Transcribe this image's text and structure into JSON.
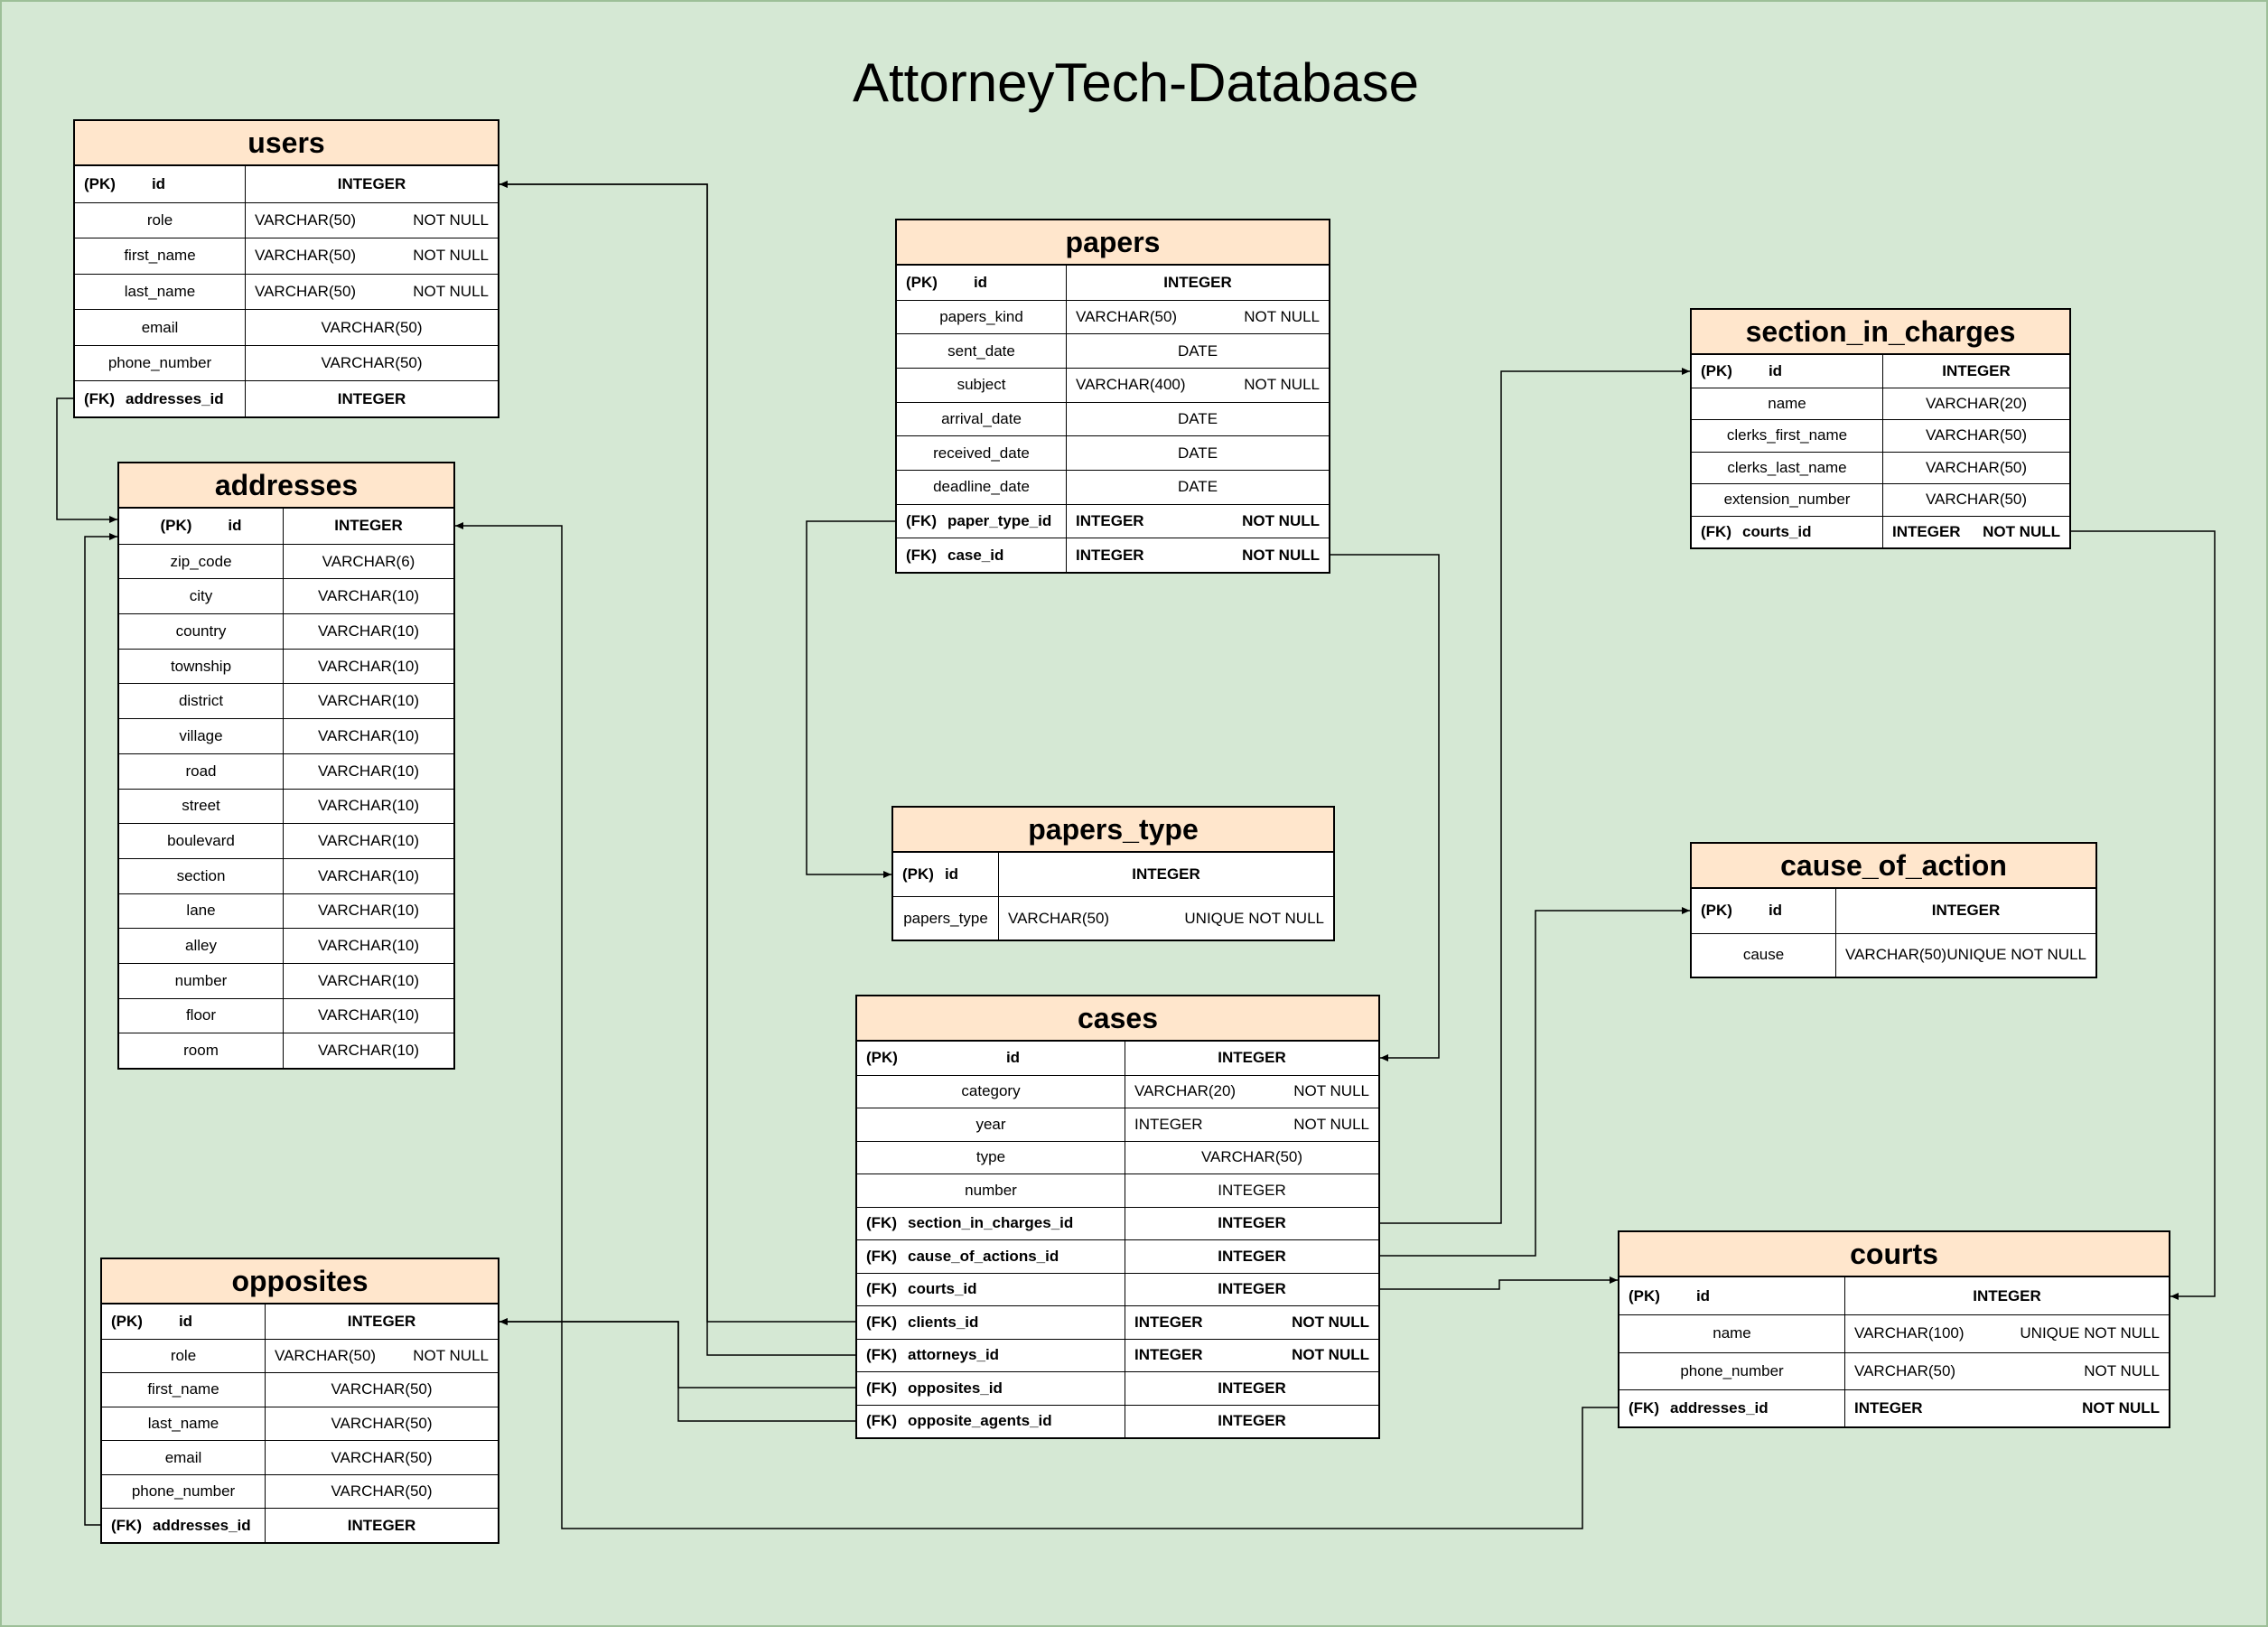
{
  "title": "AttorneyTech-Database",
  "colors": {
    "background": "#d5e8d4",
    "header": "#ffe6cc",
    "border": "#000000"
  },
  "tables": [
    {
      "id": "users",
      "name": "users",
      "rows": [
        {
          "key": "(PK)",
          "col": "id",
          "type": "INTEGER",
          "cons": "",
          "bold": true
        },
        {
          "key": "",
          "col": "role",
          "type": "VARCHAR(50)",
          "cons": "NOT NULL",
          "bold": false
        },
        {
          "key": "",
          "col": "first_name",
          "type": "VARCHAR(50)",
          "cons": "NOT NULL",
          "bold": false
        },
        {
          "key": "",
          "col": "last_name",
          "type": "VARCHAR(50)",
          "cons": "NOT NULL",
          "bold": false
        },
        {
          "key": "",
          "col": "email",
          "type": "VARCHAR(50)",
          "cons": "",
          "bold": false
        },
        {
          "key": "",
          "col": "phone_number",
          "type": "VARCHAR(50)",
          "cons": "",
          "bold": false
        },
        {
          "key": "(FK)",
          "col": "addresses_id",
          "type": "INTEGER",
          "cons": "",
          "bold": true
        }
      ]
    },
    {
      "id": "addresses",
      "name": "addresses",
      "rows": [
        {
          "key": "(PK)",
          "col": "id",
          "type": "INTEGER",
          "cons": "",
          "bold": true
        },
        {
          "key": "",
          "col": "zip_code",
          "type": "VARCHAR(6)",
          "cons": "",
          "bold": false
        },
        {
          "key": "",
          "col": "city",
          "type": "VARCHAR(10)",
          "cons": "",
          "bold": false
        },
        {
          "key": "",
          "col": "country",
          "type": "VARCHAR(10)",
          "cons": "",
          "bold": false
        },
        {
          "key": "",
          "col": "township",
          "type": "VARCHAR(10)",
          "cons": "",
          "bold": false
        },
        {
          "key": "",
          "col": "district",
          "type": "VARCHAR(10)",
          "cons": "",
          "bold": false
        },
        {
          "key": "",
          "col": "village",
          "type": "VARCHAR(10)",
          "cons": "",
          "bold": false
        },
        {
          "key": "",
          "col": "road",
          "type": "VARCHAR(10)",
          "cons": "",
          "bold": false
        },
        {
          "key": "",
          "col": "street",
          "type": "VARCHAR(10)",
          "cons": "",
          "bold": false
        },
        {
          "key": "",
          "col": "boulevard",
          "type": "VARCHAR(10)",
          "cons": "",
          "bold": false
        },
        {
          "key": "",
          "col": "section",
          "type": "VARCHAR(10)",
          "cons": "",
          "bold": false
        },
        {
          "key": "",
          "col": "lane",
          "type": "VARCHAR(10)",
          "cons": "",
          "bold": false
        },
        {
          "key": "",
          "col": "alley",
          "type": "VARCHAR(10)",
          "cons": "",
          "bold": false
        },
        {
          "key": "",
          "col": "number",
          "type": "VARCHAR(10)",
          "cons": "",
          "bold": false
        },
        {
          "key": "",
          "col": "floor",
          "type": "VARCHAR(10)",
          "cons": "",
          "bold": false
        },
        {
          "key": "",
          "col": "room",
          "type": "VARCHAR(10)",
          "cons": "",
          "bold": false
        }
      ]
    },
    {
      "id": "opposites",
      "name": "opposites",
      "rows": [
        {
          "key": "(PK)",
          "col": "id",
          "type": "INTEGER",
          "cons": "",
          "bold": true
        },
        {
          "key": "",
          "col": "role",
          "type": "VARCHAR(50)",
          "cons": "NOT NULL",
          "bold": false
        },
        {
          "key": "",
          "col": "first_name",
          "type": "VARCHAR(50)",
          "cons": "",
          "bold": false
        },
        {
          "key": "",
          "col": "last_name",
          "type": "VARCHAR(50)",
          "cons": "",
          "bold": false
        },
        {
          "key": "",
          "col": "email",
          "type": "VARCHAR(50)",
          "cons": "",
          "bold": false
        },
        {
          "key": "",
          "col": "phone_number",
          "type": "VARCHAR(50)",
          "cons": "",
          "bold": false
        },
        {
          "key": "(FK)",
          "col": "addresses_id",
          "type": "INTEGER",
          "cons": "",
          "bold": true
        }
      ]
    },
    {
      "id": "papers",
      "name": "papers",
      "rows": [
        {
          "key": "(PK)",
          "col": "id",
          "type": "INTEGER",
          "cons": "",
          "bold": true
        },
        {
          "key": "",
          "col": "papers_kind",
          "type": "VARCHAR(50)",
          "cons": "NOT NULL",
          "bold": false
        },
        {
          "key": "",
          "col": "sent_date",
          "type": "DATE",
          "cons": "",
          "bold": false
        },
        {
          "key": "",
          "col": "subject",
          "type": "VARCHAR(400)",
          "cons": "NOT NULL",
          "bold": false
        },
        {
          "key": "",
          "col": "arrival_date",
          "type": "DATE",
          "cons": "",
          "bold": false
        },
        {
          "key": "",
          "col": "received_date",
          "type": "DATE",
          "cons": "",
          "bold": false
        },
        {
          "key": "",
          "col": "deadline_date",
          "type": "DATE",
          "cons": "",
          "bold": false
        },
        {
          "key": "(FK)",
          "col": "paper_type_id",
          "type": "INTEGER",
          "cons": "NOT NULL",
          "bold": true
        },
        {
          "key": "(FK)",
          "col": "case_id",
          "type": "INTEGER",
          "cons": "NOT NULL",
          "bold": true
        }
      ]
    },
    {
      "id": "papers_type",
      "name": "papers_type",
      "rows": [
        {
          "key": "(PK)",
          "col": "id",
          "type": "INTEGER",
          "cons": "",
          "bold": true
        },
        {
          "key": "",
          "col": "papers_type",
          "type": "VARCHAR(50)",
          "cons": "UNIQUE NOT NULL",
          "bold": false
        }
      ]
    },
    {
      "id": "cases",
      "name": "cases",
      "rows": [
        {
          "key": "(PK)",
          "col": "id",
          "type": "INTEGER",
          "cons": "",
          "bold": true
        },
        {
          "key": "",
          "col": "category",
          "type": "VARCHAR(20)",
          "cons": "NOT NULL",
          "bold": false
        },
        {
          "key": "",
          "col": "year",
          "type": "INTEGER",
          "cons": "NOT NULL",
          "bold": false
        },
        {
          "key": "",
          "col": "type",
          "type": "VARCHAR(50)",
          "cons": "",
          "bold": false
        },
        {
          "key": "",
          "col": "number",
          "type": "INTEGER",
          "cons": "",
          "bold": false
        },
        {
          "key": "(FK)",
          "col": "section_in_charges_id",
          "type": "INTEGER",
          "cons": "",
          "bold": true
        },
        {
          "key": "(FK)",
          "col": "cause_of_actions_id",
          "type": "INTEGER",
          "cons": "",
          "bold": true
        },
        {
          "key": "(FK)",
          "col": "courts_id",
          "type": "INTEGER",
          "cons": "",
          "bold": true
        },
        {
          "key": "(FK)",
          "col": "clients_id",
          "type": "INTEGER",
          "cons": "NOT NULL",
          "bold": true
        },
        {
          "key": "(FK)",
          "col": "attorneys_id",
          "type": "INTEGER",
          "cons": "NOT NULL",
          "bold": true
        },
        {
          "key": "(FK)",
          "col": "opposites_id",
          "type": "INTEGER",
          "cons": "",
          "bold": true
        },
        {
          "key": "(FK)",
          "col": "opposite_agents_id",
          "type": "INTEGER",
          "cons": "",
          "bold": true
        }
      ]
    },
    {
      "id": "section_in_charges",
      "name": "section_in_charges",
      "rows": [
        {
          "key": "(PK)",
          "col": "id",
          "type": "INTEGER",
          "cons": "",
          "bold": true
        },
        {
          "key": "",
          "col": "name",
          "type": "VARCHAR(20)",
          "cons": "",
          "bold": false
        },
        {
          "key": "",
          "col": "clerks_first_name",
          "type": "VARCHAR(50)",
          "cons": "",
          "bold": false
        },
        {
          "key": "",
          "col": "clerks_last_name",
          "type": "VARCHAR(50)",
          "cons": "",
          "bold": false
        },
        {
          "key": "",
          "col": "extension_number",
          "type": "VARCHAR(50)",
          "cons": "",
          "bold": false
        },
        {
          "key": "(FK)",
          "col": "courts_id",
          "type": "INTEGER",
          "cons": "NOT NULL",
          "bold": true
        }
      ]
    },
    {
      "id": "cause_of_action",
      "name": "cause_of_action",
      "rows": [
        {
          "key": "(PK)",
          "col": "id",
          "type": "INTEGER",
          "cons": "",
          "bold": true
        },
        {
          "key": "",
          "col": "cause",
          "type": "VARCHAR(50)",
          "cons": "UNIQUE NOT NULL",
          "bold": false
        }
      ]
    },
    {
      "id": "courts",
      "name": "courts",
      "rows": [
        {
          "key": "(PK)",
          "col": "id",
          "type": "INTEGER",
          "cons": "",
          "bold": true
        },
        {
          "key": "",
          "col": "name",
          "type": "VARCHAR(100)",
          "cons": "UNIQUE NOT NULL",
          "bold": false
        },
        {
          "key": "",
          "col": "phone_number",
          "type": "VARCHAR(50)",
          "cons": "NOT NULL",
          "bold": false
        },
        {
          "key": "(FK)",
          "col": "addresses_id",
          "type": "INTEGER",
          "cons": "NOT NULL",
          "bold": true
        }
      ]
    }
  ]
}
